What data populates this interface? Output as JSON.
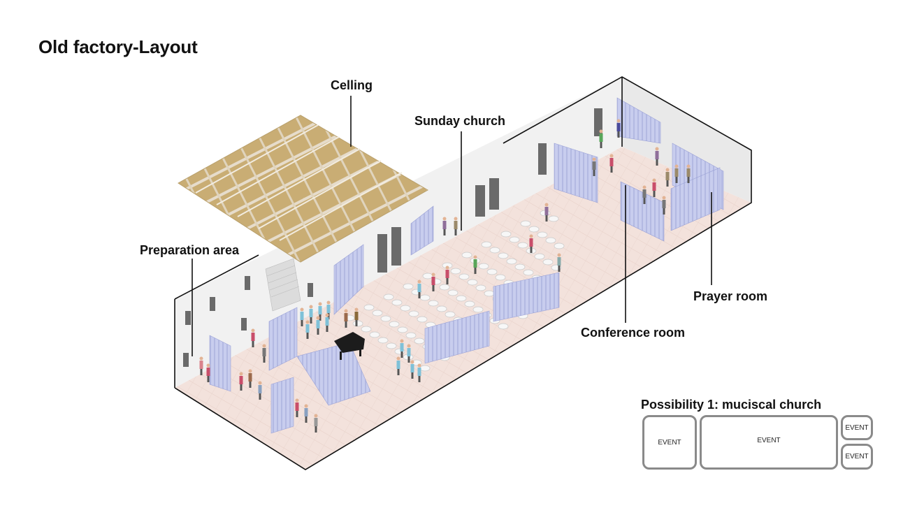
{
  "title": "Old factory-Layout",
  "labels": {
    "ceiling": "Celling",
    "sunday_church": "Sunday church",
    "preparation_area": "Preparation area",
    "prayer_room": "Prayer room",
    "conference_room": "Conference room"
  },
  "possibility": {
    "title": "Possibility 1: muciscal church",
    "events": [
      "EVENT",
      "EVENT",
      "EVENT",
      "EVENT"
    ]
  },
  "colors": {
    "ceiling_wood": "#c9ad74",
    "curtain": "#c3c9ec",
    "floor": "#f3e2dc",
    "wall": "#f1f1f1",
    "outline": "#111111",
    "box_border": "#8a8a8a"
  }
}
